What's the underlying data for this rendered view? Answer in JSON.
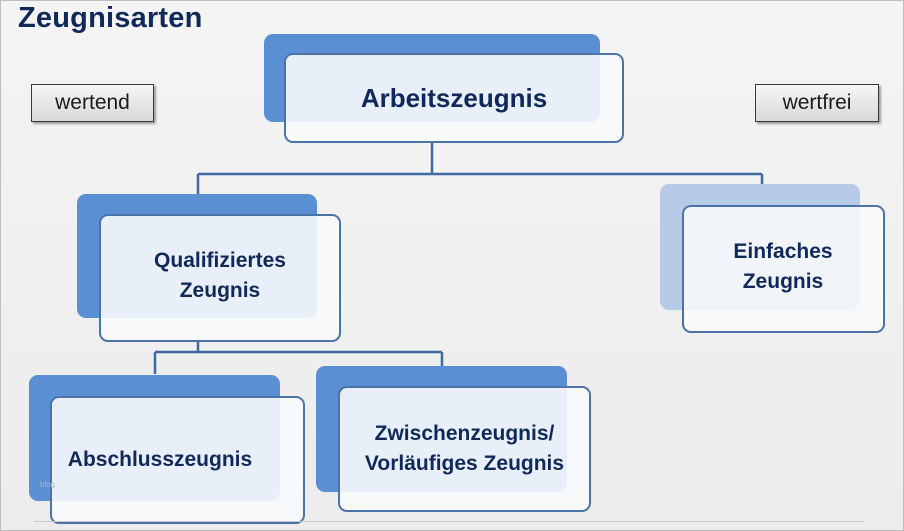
{
  "title": "Zeugnisarten",
  "side_labels": {
    "left": "wertend",
    "right": "wertfrei"
  },
  "nodes": {
    "root": "Arbeitszeugnis",
    "qualified": "Qualifiziertes Zeugnis",
    "simple": "Einfaches Zeugnis",
    "final": "Abschlusszeugnis",
    "interim": "Zwischenzeugnis/ Vorläufiges Zeugnis"
  },
  "watermark": "blog",
  "colors": {
    "title": "#10285a",
    "box_back": "#5b8fd3",
    "box_back_light": "#b7cbe6",
    "box_border": "#4c73a9",
    "connector": "#3f69a3"
  }
}
